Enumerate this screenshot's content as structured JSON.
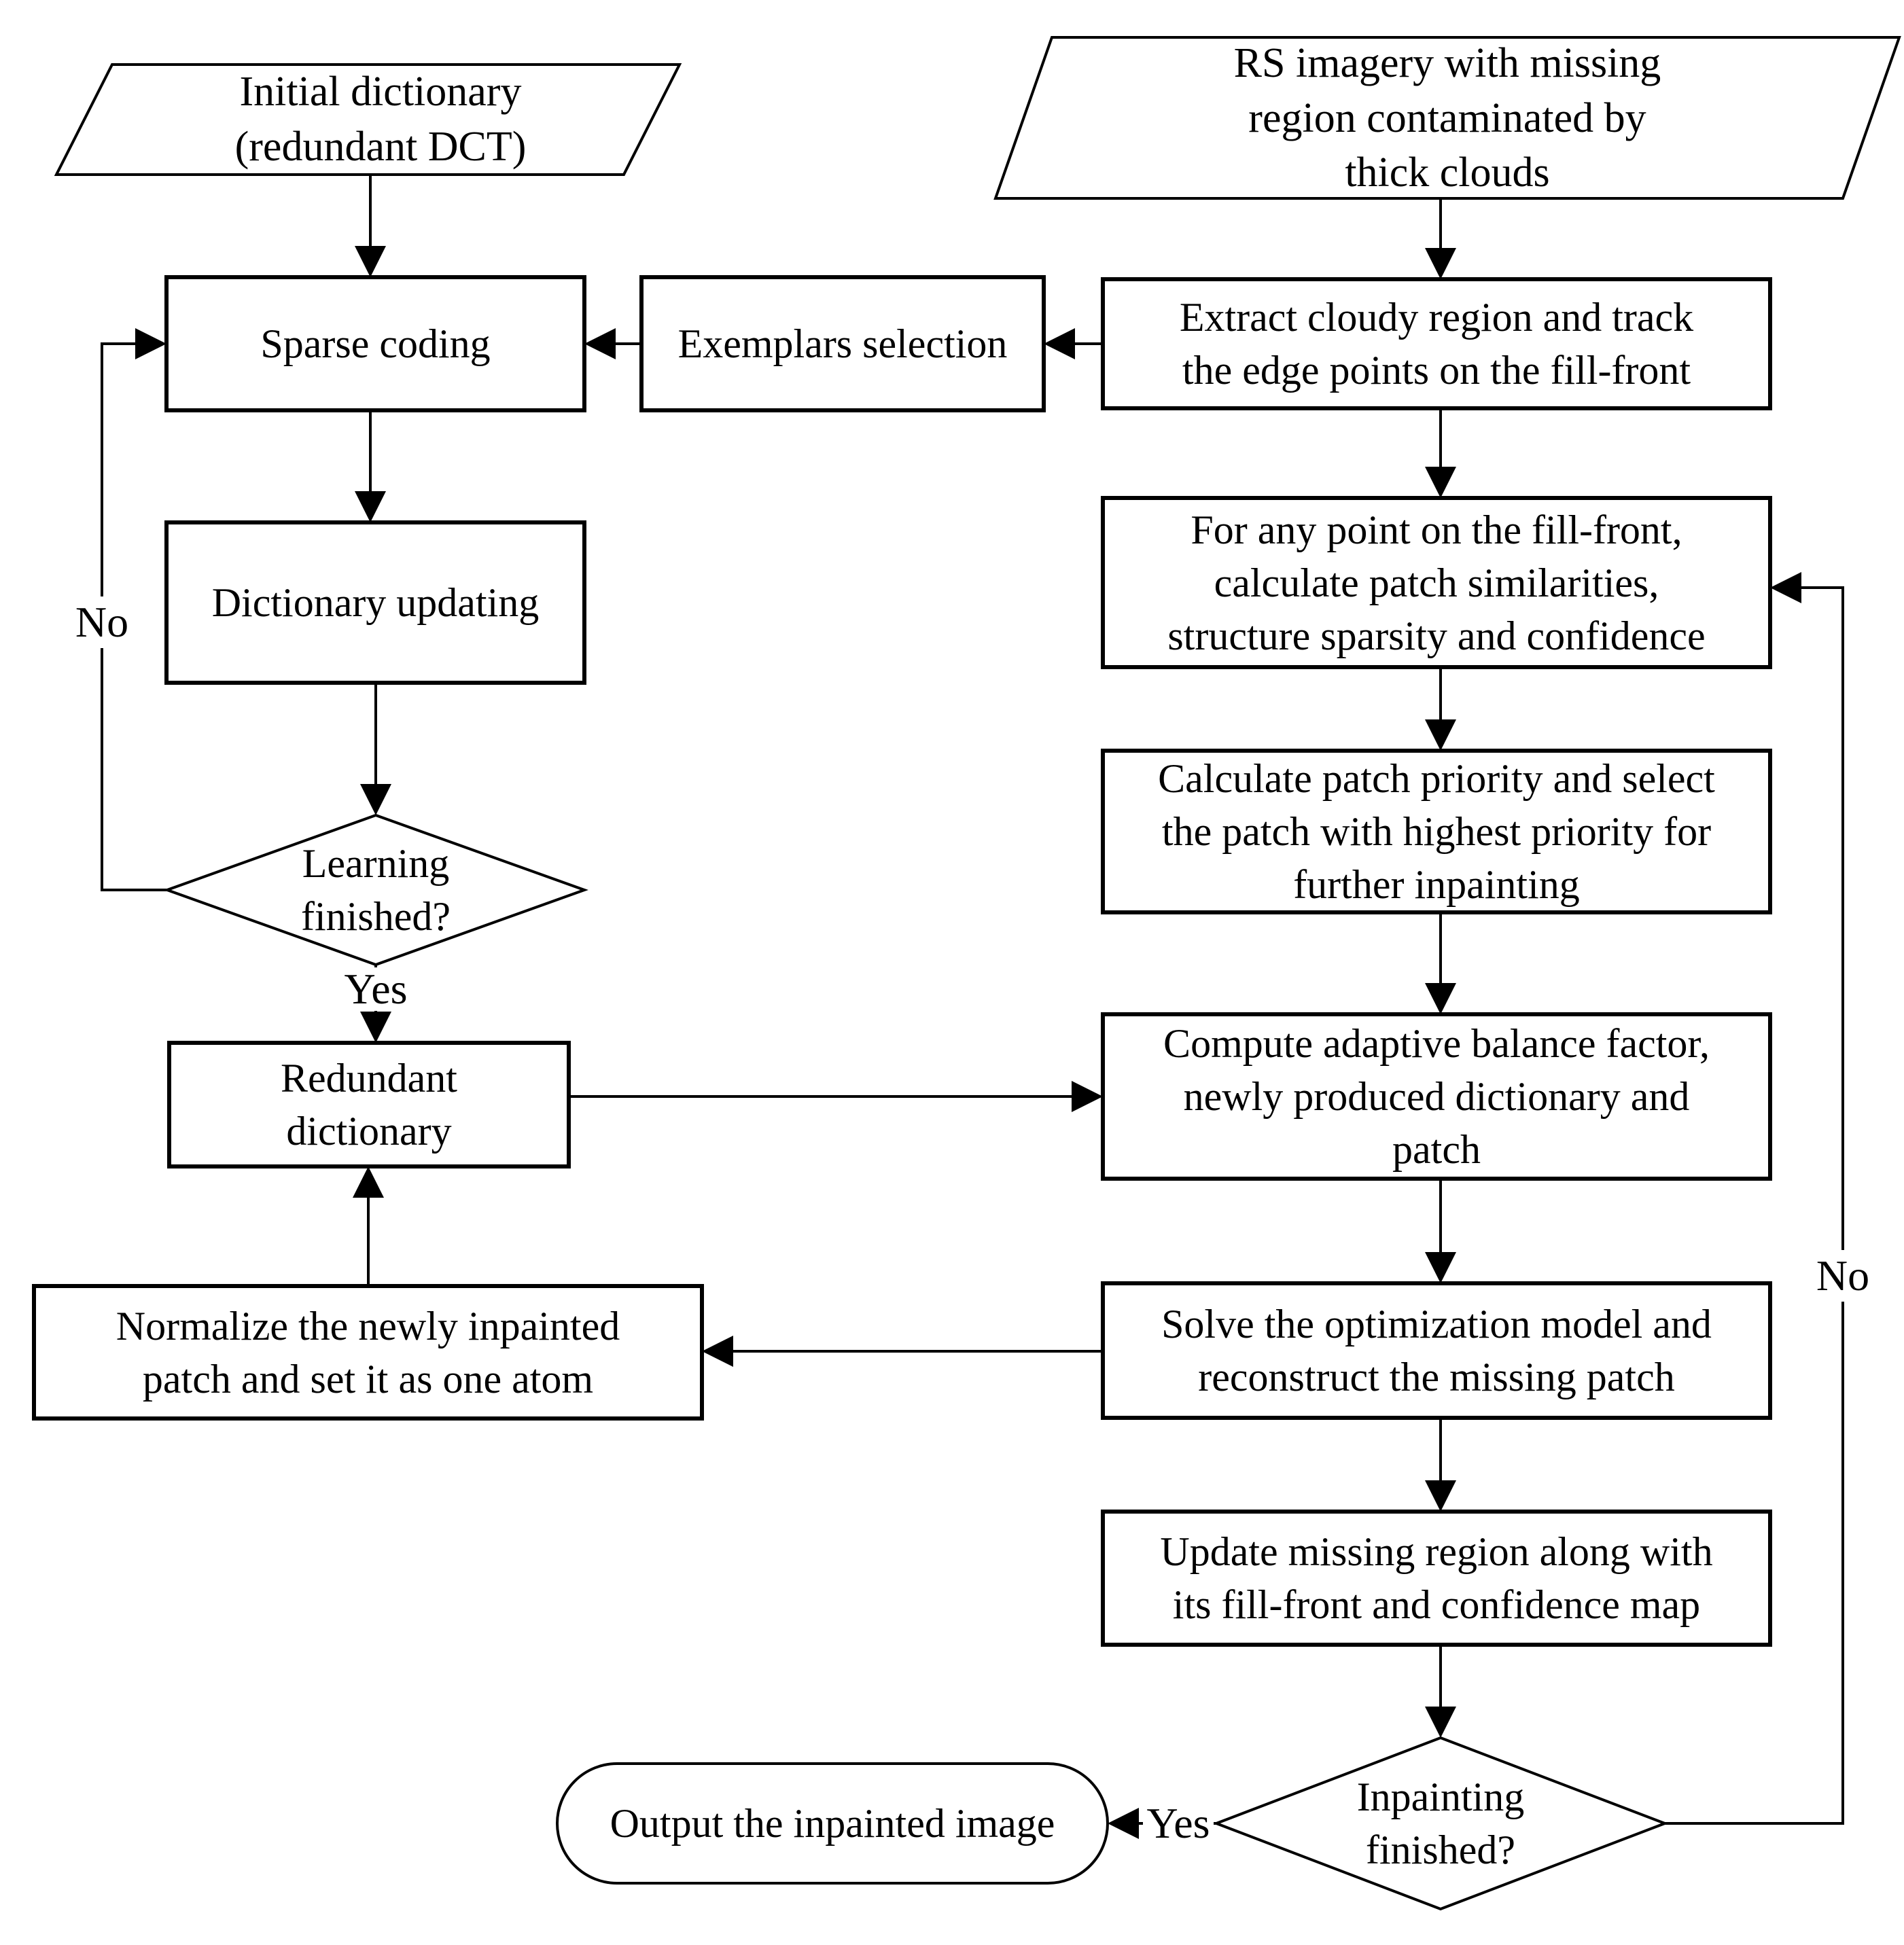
{
  "diagram": {
    "type": "flowchart",
    "colors": {
      "stroke": "#000000",
      "background": "#ffffff"
    },
    "nodes": {
      "initial_dictionary": {
        "shape": "parallelogram",
        "label": "Initial dictionary\n(redundant DCT)"
      },
      "rs_imagery": {
        "shape": "parallelogram",
        "label": "RS imagery with missing\nregion contaminated by\nthick clouds"
      },
      "sparse_coding": {
        "shape": "rectangle",
        "label": "Sparse coding"
      },
      "exemplars_selection": {
        "shape": "rectangle",
        "label": "Exemplars selection"
      },
      "extract_cloudy": {
        "shape": "rectangle",
        "label": "Extract cloudy region and track\nthe edge points on the fill-front"
      },
      "dictionary_updating": {
        "shape": "rectangle",
        "label": "Dictionary updating"
      },
      "learning_finished": {
        "shape": "diamond",
        "label": "Learning\nfinished?"
      },
      "redundant_dictionary": {
        "shape": "rectangle",
        "label": "Redundant\ndictionary"
      },
      "for_any_point": {
        "shape": "rectangle",
        "label": "For any point on the fill-front,\ncalculate patch similarities,\nstructure sparsity and confidence"
      },
      "calculate_priority": {
        "shape": "rectangle",
        "label": "Calculate patch priority and select\nthe patch with highest priority for\nfurther inpainting"
      },
      "compute_balance": {
        "shape": "rectangle",
        "label": "Compute adaptive balance factor,\nnewly produced dictionary and\npatch"
      },
      "solve_model": {
        "shape": "rectangle",
        "label": "Solve the optimization model and\nreconstruct the missing patch"
      },
      "update_region": {
        "shape": "rectangle",
        "label": "Update missing region along with\nits fill-front and confidence map"
      },
      "normalize_patch": {
        "shape": "rectangle",
        "label": "Normalize the newly inpainted\npatch and set it as one atom"
      },
      "inpainting_finished": {
        "shape": "diamond",
        "label": "Inpainting\nfinished?"
      },
      "output_image": {
        "shape": "rounded",
        "label": "Output the inpainted image"
      }
    },
    "edge_labels": {
      "learning_no": "No",
      "learning_yes": "Yes",
      "inpainting_yes": "Yes",
      "inpainting_no": "No"
    }
  }
}
